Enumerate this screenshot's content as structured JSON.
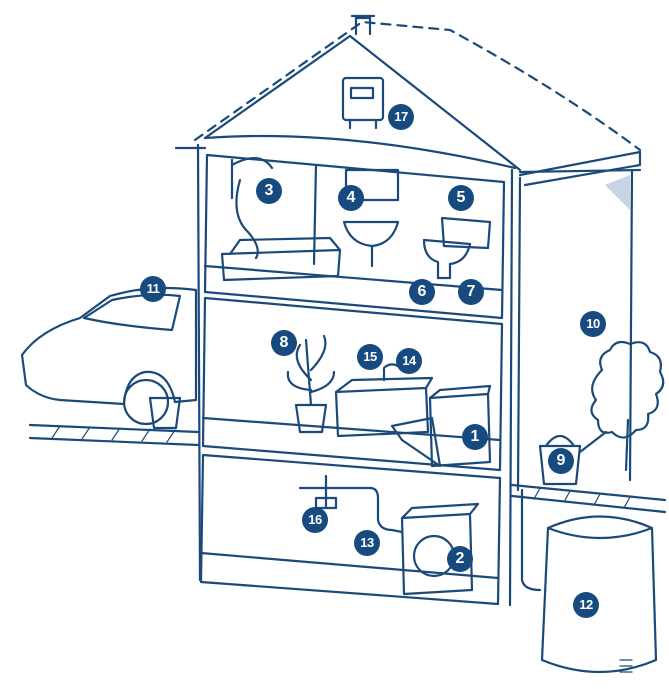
{
  "colors": {
    "ink": "#1b4a7a",
    "badge": "#174a7e",
    "shade": "#8fa9c4",
    "background": "#ffffff"
  },
  "badges": [
    {
      "id": "b1",
      "label": "1"
    },
    {
      "id": "b2",
      "label": "2"
    },
    {
      "id": "b3",
      "label": "3"
    },
    {
      "id": "b4",
      "label": "4"
    },
    {
      "id": "b5",
      "label": "5"
    },
    {
      "id": "b6",
      "label": "6"
    },
    {
      "id": "b7",
      "label": "7"
    },
    {
      "id": "b8",
      "label": "8"
    },
    {
      "id": "b9",
      "label": "9"
    },
    {
      "id": "b10",
      "label": "10"
    },
    {
      "id": "b11",
      "label": "11"
    },
    {
      "id": "b12",
      "label": "12"
    },
    {
      "id": "b13",
      "label": "13"
    },
    {
      "id": "b14",
      "label": "14"
    },
    {
      "id": "b15",
      "label": "15"
    },
    {
      "id": "b16",
      "label": "16"
    },
    {
      "id": "b17",
      "label": "17"
    }
  ]
}
